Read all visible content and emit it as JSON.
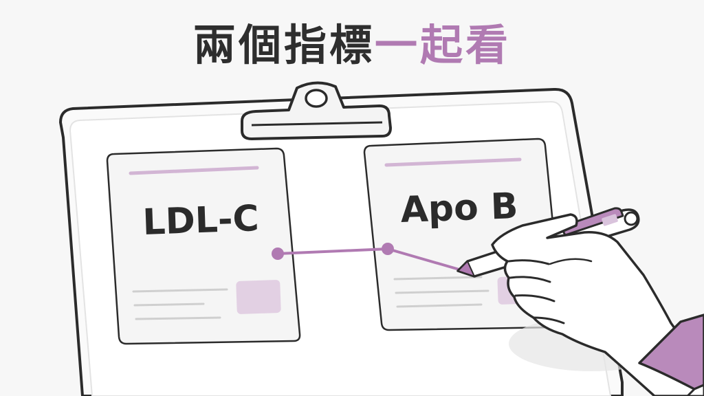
{
  "title": {
    "part1": "兩個指標",
    "part2": "一起看"
  },
  "cards": {
    "left_label": "LDL-C",
    "right_label": "Apo B"
  },
  "colors": {
    "accent": "#b07ab2",
    "accent_light": "#d9c3dc",
    "ink": "#2b2b2b",
    "paper": "#f7f7f7"
  }
}
